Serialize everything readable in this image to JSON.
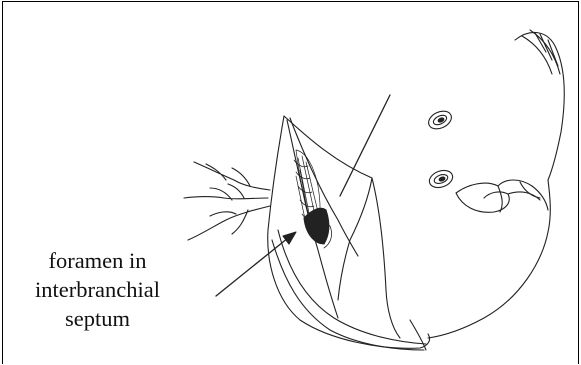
{
  "figure": {
    "annotation": {
      "line1": "foramen in",
      "line2": "interbranchial",
      "line3": "septum"
    }
  }
}
